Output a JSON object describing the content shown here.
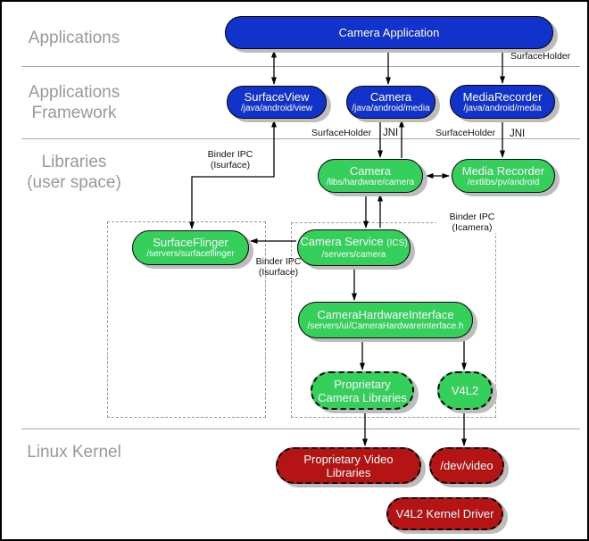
{
  "colors": {
    "blue": "#1133cc",
    "green": "#35d05c",
    "red": "#b41414",
    "shadow": "#bdbdbd",
    "divider": "#a9a9a9",
    "section_label": "#999999",
    "dashed_box": "#999999",
    "arrow": "#000000"
  },
  "sections": {
    "applications": {
      "lines": [
        "Applications"
      ]
    },
    "applications_framework": {
      "lines": [
        "Applications",
        "Framework"
      ]
    },
    "libraries": {
      "lines": [
        "Libraries",
        "(user space)"
      ]
    },
    "linux_kernel": {
      "lines": [
        "Linux Kernel"
      ]
    }
  },
  "nodes": {
    "camera_app": {
      "title": "Camera Application"
    },
    "surface_view": {
      "title": "SurfaceView",
      "path": "/java/android/view"
    },
    "camera_fw": {
      "title": "Camera",
      "path": "/java/android/media"
    },
    "media_recorder_fw": {
      "title": "MediaRecorder",
      "path": "/java/android/media"
    },
    "camera_lib": {
      "title": "Camera",
      "path": "/libs/hardware/camera"
    },
    "media_recorder_lib": {
      "title": "Media Recorder",
      "path": "/extlibs/pv/android"
    },
    "surface_flinger": {
      "title": "SurfaceFlinger",
      "path": "/servers/surfaceflinger"
    },
    "camera_service": {
      "title": "Camera Service ",
      "title_suffix": "(ICS)",
      "path": "/servers/camera"
    },
    "camera_hardware_interface": {
      "title": "CameraHardwareInterface",
      "path": "/servers/ui/CameraHardwareInterface.h"
    },
    "proprietary_camera_libraries": {
      "title": "Proprietary Camera Libraries"
    },
    "v4l2": {
      "title": "V4L2"
    },
    "proprietary_video_libraries": {
      "title": "Proprietary Video Libraries"
    },
    "dev_video": {
      "title": "/dev/video"
    },
    "v4l2_kernel_driver": {
      "title": "V4L2 Kernel Driver"
    }
  },
  "edge_labels": {
    "surfaceholder_top": "SurfaceHolder",
    "surfaceholder_camera": "SurfaceHolder",
    "jni_camera": "JNI",
    "surfaceholder_mediarecorder": "SurfaceHolder",
    "jni_mediarecorder": "JNI",
    "binder_ipc_surfaceview": {
      "lines": [
        "Binder IPC",
        "(Isurface)"
      ]
    },
    "binder_ipc_cameraservice": {
      "lines": [
        "Binder IPC",
        "(Isurface)"
      ]
    },
    "binder_ipc_icamera": {
      "lines": [
        "Binder IPC",
        "(Icamera)"
      ]
    }
  }
}
